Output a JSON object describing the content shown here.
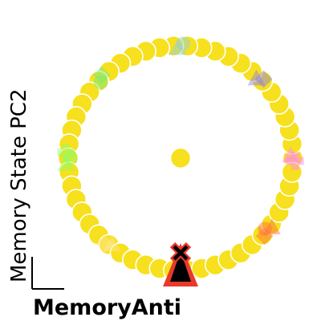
{
  "chart_data": {
    "type": "scatter",
    "xlabel": "MemoryAnti",
    "ylabel": "Memory State PC2",
    "grid": false,
    "ring_color": "#f7e01e",
    "center_point": {
      "x": 0,
      "y": 0
    },
    "ring": {
      "count": 50,
      "radius": 1.0
    },
    "marker_groups": [
      {
        "angle_deg": 90,
        "color": "#87ceeb",
        "markers": [
          "circle",
          "triangle"
        ]
      },
      {
        "angle_deg": 45,
        "color": "#8a7bf0",
        "markers": [
          "diamond",
          "triangle"
        ]
      },
      {
        "angle_deg": 0,
        "color": "#ff80ff",
        "markers": [
          "plus",
          "triangle"
        ]
      },
      {
        "angle_deg": -40,
        "color": "#ff6a3d",
        "markers": [
          "diamond",
          "circle",
          "triangle"
        ]
      },
      {
        "angle_deg": -90,
        "color": "#ee3333",
        "markers": [
          "x",
          "triangle"
        ]
      },
      {
        "angle_deg": -130,
        "color": "#ffe6a0",
        "markers": [
          "diamond",
          "triangle"
        ]
      },
      {
        "angle_deg": 180,
        "color": "#88ff66",
        "markers": [
          "plus",
          "circle",
          "triangle"
        ]
      },
      {
        "angle_deg": 135,
        "color": "#66ee88",
        "markers": [
          "diamond",
          "circle"
        ]
      }
    ]
  }
}
